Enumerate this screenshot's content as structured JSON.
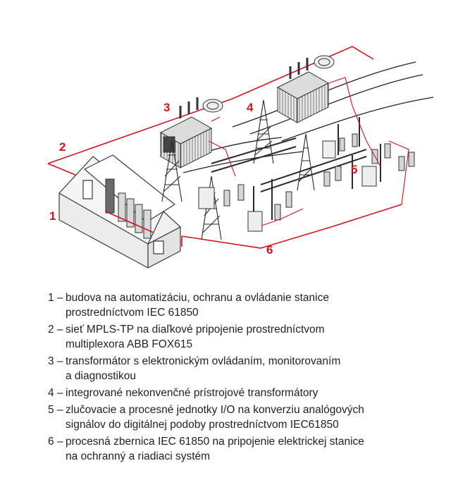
{
  "colors": {
    "accent": "#d2141e",
    "line": "#3a3a3a",
    "fill_light": "#f3f3f3",
    "fill_dark": "#555555"
  },
  "callouts": [
    {
      "id": "1",
      "label": "1"
    },
    {
      "id": "2",
      "label": "2"
    },
    {
      "id": "3",
      "label": "3"
    },
    {
      "id": "4",
      "label": "4"
    },
    {
      "id": "5",
      "label": "5"
    },
    {
      "id": "6",
      "label": "6"
    }
  ],
  "legend": {
    "dash": "–",
    "items": [
      {
        "num": "1",
        "lines": [
          "budova na automatizáciu, ochranu a ovládanie stanice",
          "prostredníctvom IEC 61850"
        ]
      },
      {
        "num": "2",
        "lines": [
          "sieť MPLS-TP na diaľkové pripojenie prostredníctvom",
          "multiplexora ABB FOX615"
        ]
      },
      {
        "num": "3",
        "lines": [
          "transformátor s elektronickým ovládaním, monitorovaním",
          "a diagnostikou"
        ]
      },
      {
        "num": "4",
        "lines": [
          "integrované nekonvenčné prístrojové transformátory"
        ]
      },
      {
        "num": "5",
        "lines": [
          "zlučovacie a procesné jednotky I/O na konverziu analógových",
          "signálov do digitálnej podoby prostredníctvom IEC61850"
        ]
      },
      {
        "num": "6",
        "lines": [
          "procesná zbernica IEC 61850 na pripojenie elektrickej stanice",
          "na ochranný a riadiaci systém"
        ]
      }
    ]
  }
}
